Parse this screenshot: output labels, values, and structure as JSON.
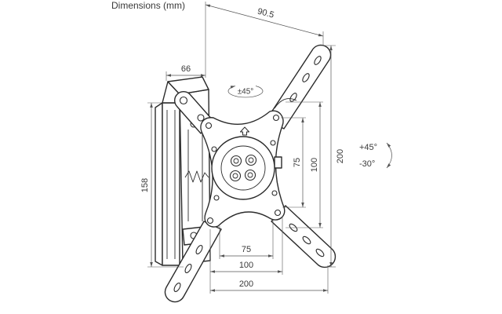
{
  "title": "Dimensions (mm)",
  "dimensions": {
    "top_angled": "90.5",
    "top_bracket": "66",
    "right_overall": "200",
    "right_outer_holes": "100",
    "right_inner_holes": "75",
    "left_wall_plate": "158",
    "bottom_inner_holes": "75",
    "bottom_outer_holes": "100",
    "bottom_overall": "200"
  },
  "rotation": {
    "swivel": "±45°",
    "tilt_up": "+45°",
    "tilt_down": "-30°"
  },
  "colors": {
    "line": "#2b2b2b",
    "dimension": "#555555",
    "text": "#3a3a3a",
    "background": "#ffffff"
  },
  "icons": {
    "swivel": "elliptical-arrow-icon",
    "tilt": "curved-double-arrow-icon",
    "orientation": "up-arrow-icon"
  }
}
